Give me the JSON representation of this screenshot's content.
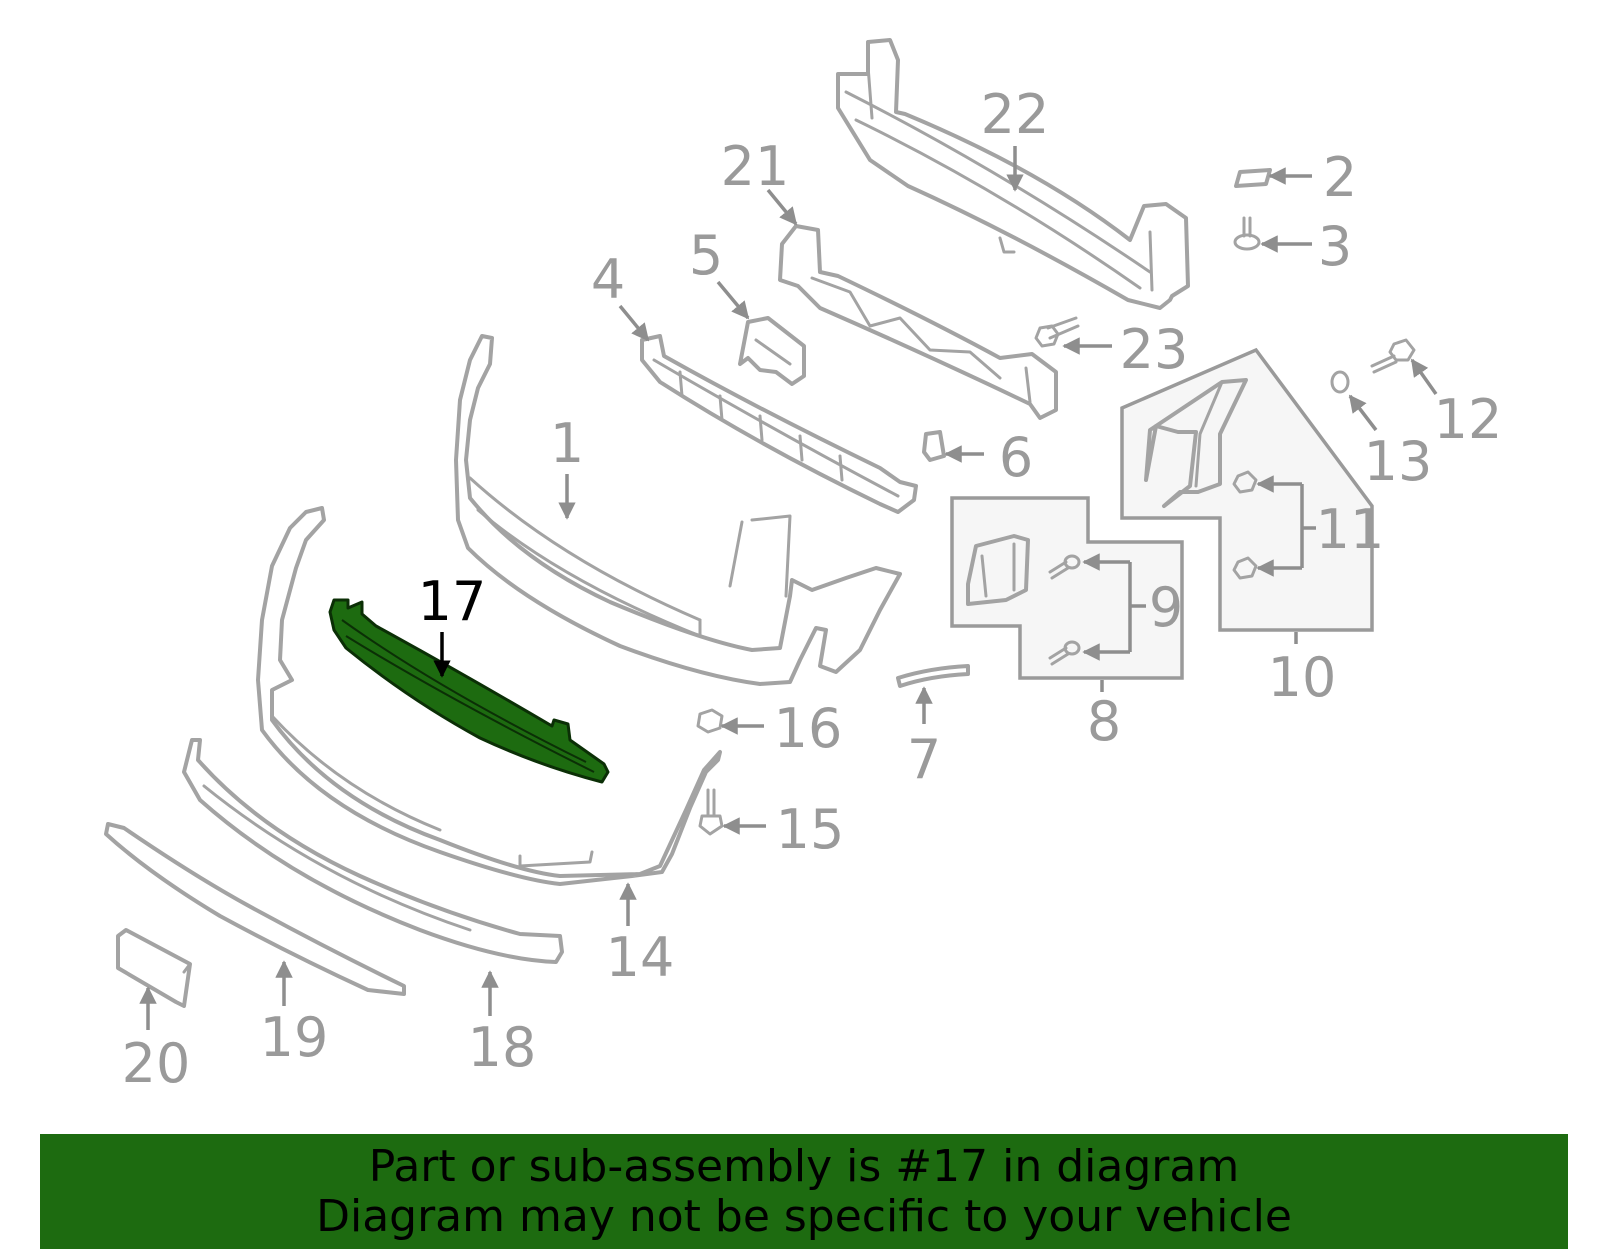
{
  "callouts": {
    "c1": "1",
    "c2": "2",
    "c3": "3",
    "c4": "4",
    "c5": "5",
    "c6": "6",
    "c7": "7",
    "c8": "8",
    "c9": "9",
    "c10": "10",
    "c11": "11",
    "c12": "12",
    "c13": "13",
    "c14": "14",
    "c15": "15",
    "c16": "16",
    "c17": "17",
    "c18": "18",
    "c19": "19",
    "c20": "20",
    "c21": "21",
    "c22": "22",
    "c23": "23"
  },
  "highlighted_part": "17",
  "colors": {
    "highlight": "#1d6b10",
    "line_art": "#a3a3a3",
    "callout_text": "#9a9a9a"
  },
  "banner": {
    "line1": "Part or sub-assembly is #17 in diagram",
    "line2": "Diagram may not be specific to your vehicle"
  }
}
